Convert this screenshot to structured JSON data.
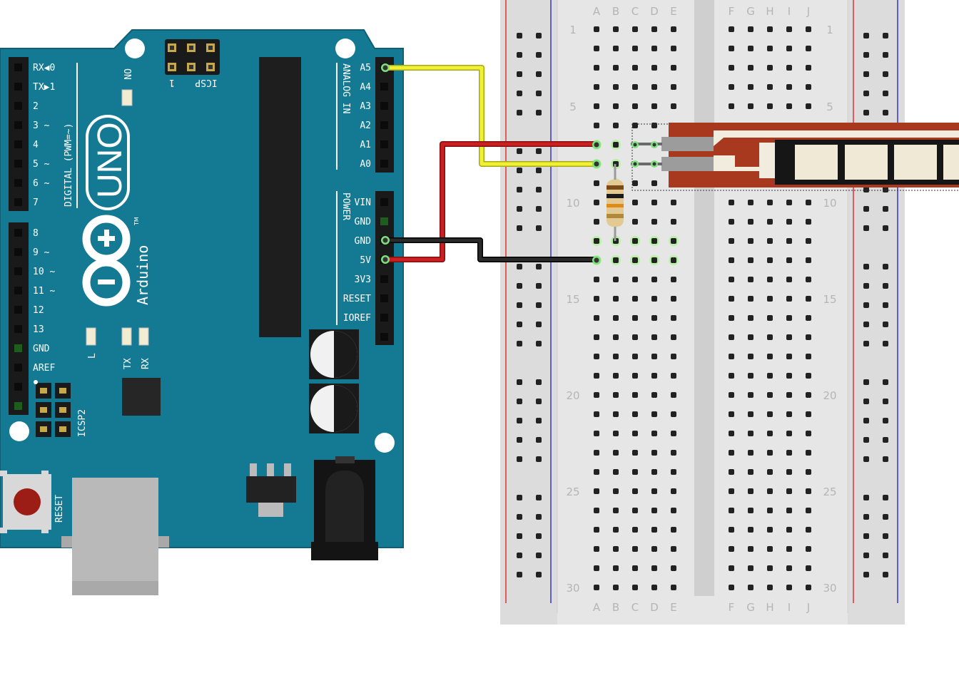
{
  "board": {
    "model": "UNO",
    "brand": "Arduino",
    "trademark": "TM",
    "on_label": "ON",
    "icsp_label": "ICSP",
    "icsp_pin1": "1",
    "icsp2_label": "ICSP2",
    "reset_label": "RESET",
    "digital_header_label": "DIGITAL (PWM=~)",
    "analog_header_label": "ANALOG IN",
    "power_header_label": "POWER",
    "led_labels": [
      "L",
      "TX",
      "RX"
    ],
    "digital_pins": [
      "RX◀0",
      "TX▶1",
      "2",
      "3 ~",
      "4",
      "5 ~",
      "6 ~",
      "7",
      "8",
      "9 ~",
      "10 ~",
      "11 ~",
      "12",
      "13",
      "GND",
      "AREF"
    ],
    "analog_pins": [
      "A5",
      "A4",
      "A3",
      "A2",
      "A1",
      "A0"
    ],
    "power_pins": [
      "VIN",
      "GND",
      "GND",
      "5V",
      "3V3",
      "RESET",
      "IOREF"
    ]
  },
  "breadboard": {
    "columns_left": [
      "A",
      "B",
      "C",
      "D",
      "E"
    ],
    "columns_right": [
      "F",
      "G",
      "H",
      "I",
      "J"
    ],
    "row_numbers": [
      "1",
      "5",
      "10",
      "15",
      "20",
      "25",
      "30"
    ]
  },
  "wires": [
    {
      "name": "analog-signal-wire",
      "color": "#e8e82a",
      "from": "A5",
      "to": "row 8"
    },
    {
      "name": "power-wire",
      "color": "#cc1f1f",
      "from": "5V",
      "to": "row 7"
    },
    {
      "name": "ground-wire",
      "color": "#1a1a1a",
      "from": "GND",
      "to": "row 13"
    }
  ],
  "colors": {
    "pcb": "#147a93",
    "pcb_edge": "#0e5f74",
    "breadboard": "#e7e7e7",
    "rail_red": "#d33",
    "rail_blue": "#33c",
    "flex_sensor": "#a8391f"
  }
}
